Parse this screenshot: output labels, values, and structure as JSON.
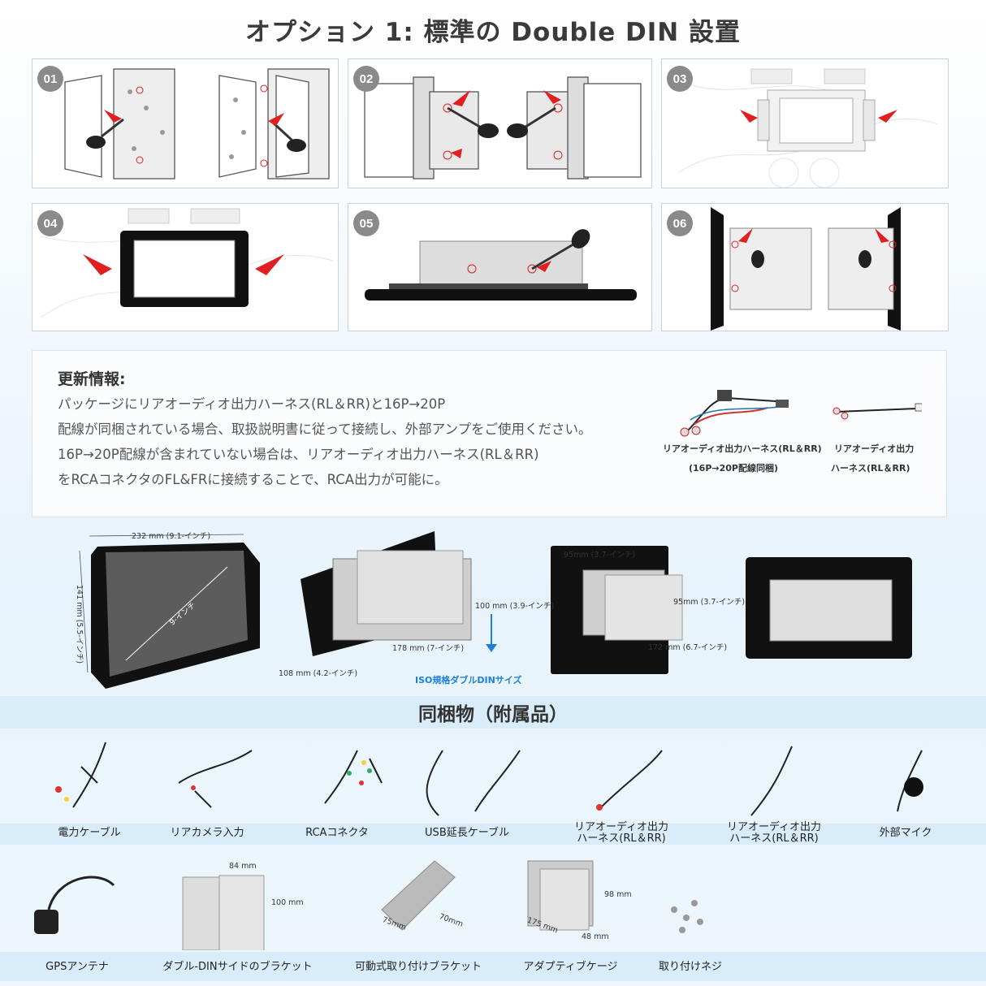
{
  "title": "オプション 1: 標準の Double DIN 設置",
  "steps": [
    "01",
    "02",
    "03",
    "04",
    "05",
    "06"
  ],
  "update_info": {
    "heading": "更新情報:",
    "lines": [
      "パッケージにリアオーディオ出力ハーネス(RL＆RR)と16P→20P",
      "配線が同梱されている場合、取扱説明書に従って接続し、外部アンプをご使用ください。",
      "16P→20P配線が含まれていない場合は、リアオーディオ出力ハーネス(RL＆RR)",
      "をRCAコネクタのFL&FRに接続することで、RCA出力が可能に。"
    ],
    "caption_left_1": "リアオーディオ出力ハーネス(RL＆RR)",
    "caption_left_2": "(16P→20P配線同梱)",
    "caption_right_1": "リアオーディオ出力",
    "caption_right_2": "ハーネス(RL＆RR)"
  },
  "dimensions": {
    "width": "232 mm (9.1-インチ)",
    "height": "141 mm (5.5-インチ)",
    "diag": "9-インチ",
    "d100": "100 mm (3.9-インチ)",
    "d178": "178 mm (7-インチ)",
    "d108": "108 mm (4.2-インチ)",
    "iso": "ISO規格ダブルDINサイズ",
    "d95a": "95mm (3.7-インチ)",
    "d95b": "95mm (3.7-インチ)",
    "d172": "172 mm (6.7-インチ)"
  },
  "accessories_title": "同梱物（附属品）",
  "accessories_row1": [
    "電力ケーブル",
    "リアカメラ入力",
    "RCAコネクタ",
    "USB延長ケーブル",
    "リアオーディオ出力\nハーネス(RL＆RR)",
    "リアオーディオ出力\nハーネス(RL＆RR)",
    "外部マイク"
  ],
  "accessories_row2": [
    "GPSアンテナ",
    "ダブル-DINサイドのブラケット",
    "可動式取り付けブラケット",
    "アダプティブケージ",
    "取り付けネジ"
  ],
  "acc_dims": {
    "b84": "84 mm",
    "b100": "100 mm",
    "b75": "75mm",
    "b70": "70mm",
    "c98": "98 mm",
    "c175": "175 mm",
    "c48": "48 mm"
  },
  "colors": {
    "accent_red": "#e02020",
    "iso_blue": "#1f7fd6",
    "band": "#d9ecf9"
  }
}
